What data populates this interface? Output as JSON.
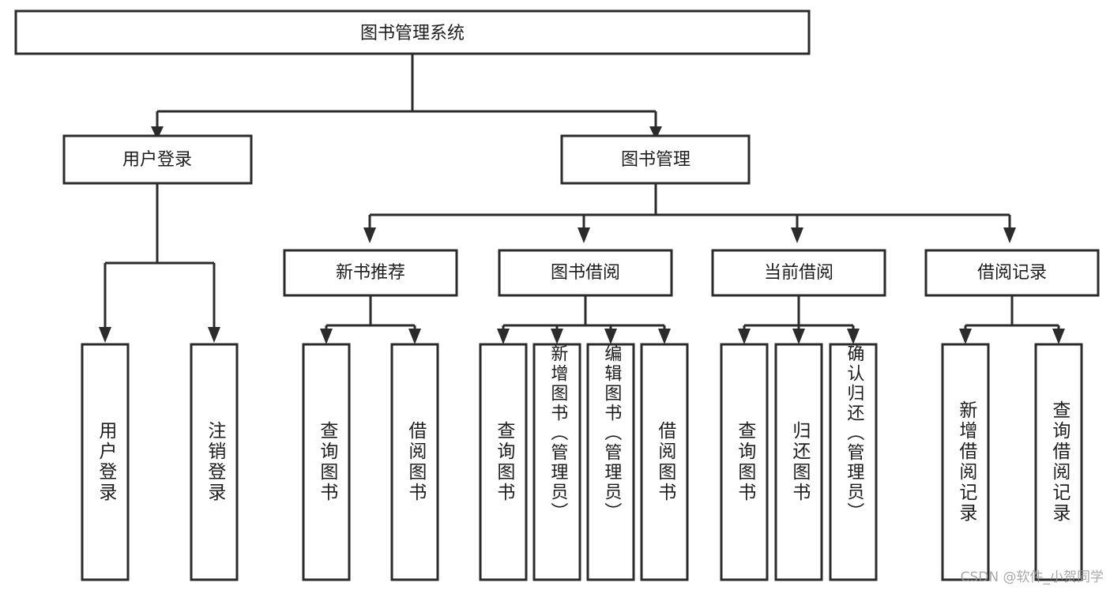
{
  "diagram": {
    "type": "tree",
    "title": "图书管理系统",
    "orientation": "top-down",
    "colors": {
      "box_fill": "#ffffff",
      "box_stroke": "#2b2b2b",
      "text": "#1d1d1d",
      "background": "#ffffff",
      "watermark": "#9a9a9a"
    },
    "root": {
      "label": "图书管理系统"
    },
    "level2": [
      {
        "label": "用户登录"
      },
      {
        "label": "图书管理"
      }
    ],
    "level3": [
      {
        "label": "新书推荐"
      },
      {
        "label": "图书借阅"
      },
      {
        "label": "当前借阅"
      },
      {
        "label": "借阅记录"
      }
    ],
    "leaves": {
      "user_login": [
        {
          "label": "用户登录"
        },
        {
          "label": "注销登录"
        }
      ],
      "new_book_recommend": [
        {
          "label": "查询图书"
        },
        {
          "label": "借阅图书"
        }
      ],
      "book_borrow": [
        {
          "label": "查询图书"
        },
        {
          "label": "新增图书（管理员）"
        },
        {
          "label": "编辑图书（管理员）"
        },
        {
          "label": "借阅图书"
        }
      ],
      "current_borrow": [
        {
          "label": "查询图书"
        },
        {
          "label": "归还图书"
        },
        {
          "label": "确认归还（管理员）"
        }
      ],
      "borrow_record": [
        {
          "label": "新增借阅记录"
        },
        {
          "label": "查询借阅记录"
        }
      ]
    }
  },
  "watermark": {
    "text": "CSDN @软件_小贺同学"
  }
}
